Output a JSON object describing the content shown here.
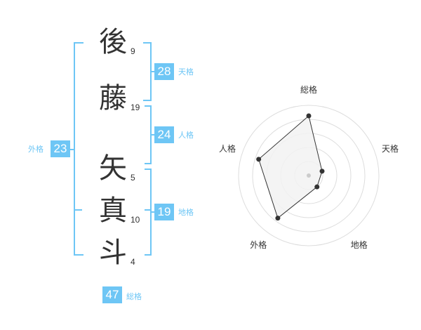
{
  "characters": [
    {
      "char": "後",
      "strokes": "9"
    },
    {
      "char": "藤",
      "strokes": "19"
    },
    {
      "char": "矢",
      "strokes": "5"
    },
    {
      "char": "真",
      "strokes": "10"
    },
    {
      "char": "斗",
      "strokes": "4"
    }
  ],
  "kaku": {
    "tenkaku": {
      "label": "天格",
      "value": "28"
    },
    "jinkaku": {
      "label": "人格",
      "value": "24"
    },
    "chikaku": {
      "label": "地格",
      "value": "19"
    },
    "gaikaku": {
      "label": "外格",
      "value": "23"
    },
    "soukaku": {
      "label": "総格",
      "value": "47"
    }
  },
  "chart_data": {
    "type": "radar",
    "axes": [
      "総格",
      "天格",
      "地格",
      "外格",
      "人格"
    ],
    "values": [
      0.85,
      0.2,
      0.2,
      0.75,
      0.75
    ],
    "max": 1,
    "rings": 5,
    "colors": {
      "fill": "#f2f2f2",
      "stroke": "#333333",
      "ring": "#dddddd",
      "point": "#333333"
    }
  },
  "colors": {
    "accent": "#6ec6f5",
    "text": "#333333"
  }
}
